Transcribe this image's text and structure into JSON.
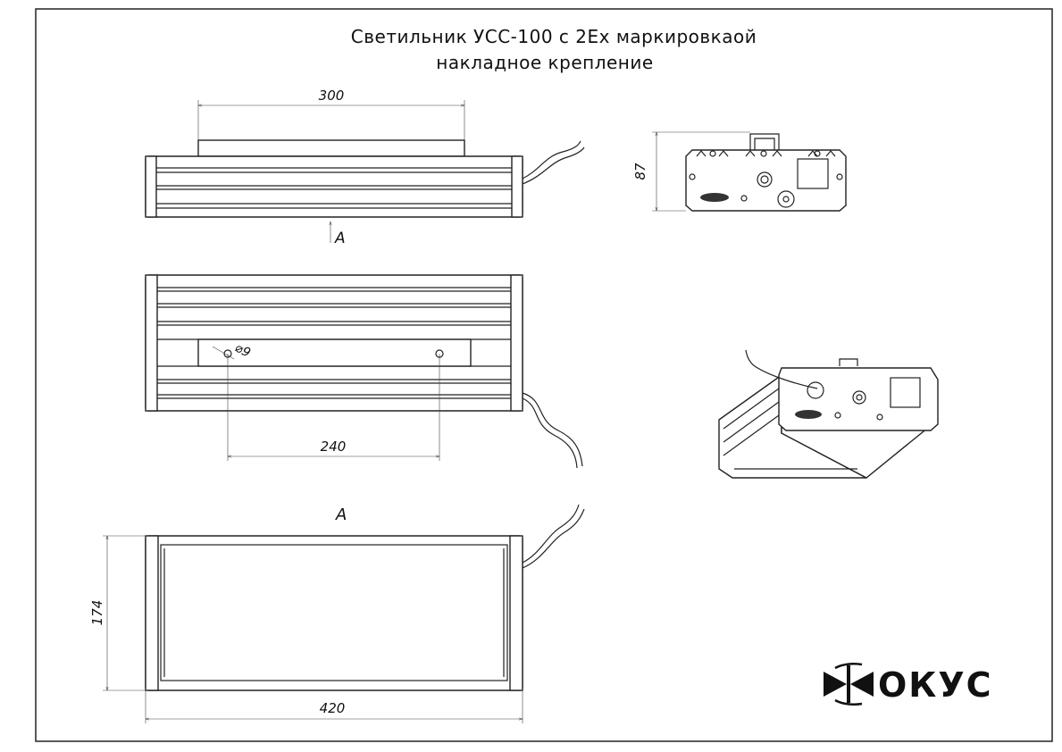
{
  "title": {
    "line1": "Светильник УСС-100 с 2Ex маркировкаой",
    "line2": "накладное крепление"
  },
  "dimensions": {
    "plate_length": "300",
    "height": "87",
    "hole_spacing": "240",
    "hole_diameter": "⌀9",
    "width": "174",
    "length": "420"
  },
  "views": {
    "view_arrow_label": "A",
    "view_a_title": "A"
  },
  "logo": {
    "text": "ФОКУС"
  }
}
